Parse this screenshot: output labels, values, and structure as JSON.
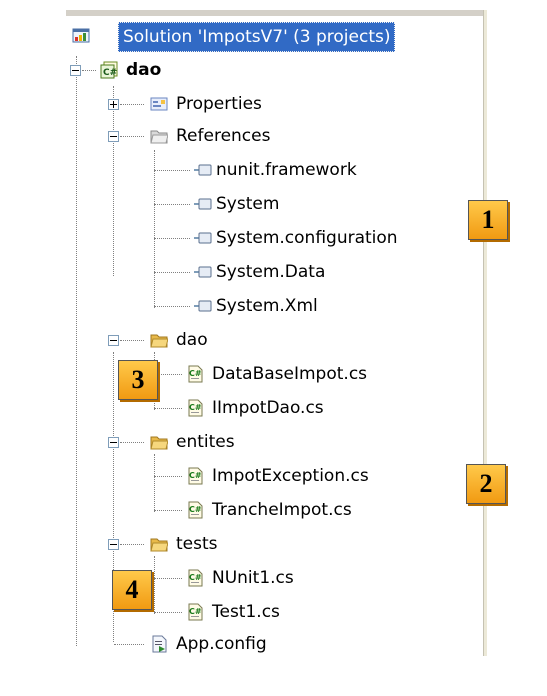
{
  "solution": {
    "label": "Solution 'ImpotsV7' (3 projects)"
  },
  "project": {
    "label": "dao"
  },
  "properties": {
    "label": "Properties"
  },
  "references": {
    "label": "References",
    "items": [
      "nunit.framework",
      "System",
      "System.configuration",
      "System.Data",
      "System.Xml"
    ]
  },
  "dao_folder": {
    "label": "dao",
    "files": [
      "DataBaseImpot.cs",
      "IImpotDao.cs"
    ]
  },
  "entites_folder": {
    "label": "entites",
    "files": [
      "ImpotException.cs",
      "TrancheImpot.cs"
    ]
  },
  "tests_folder": {
    "label": "tests",
    "files": [
      "NUnit1.cs",
      "Test1.cs"
    ]
  },
  "app_config": {
    "label": "App.config"
  },
  "callouts": {
    "one": "1",
    "two": "2",
    "three": "3",
    "four": "4"
  },
  "colors": {
    "selection": "#316ac5",
    "callout": "#f5a623",
    "folder": "#f3d27a"
  }
}
